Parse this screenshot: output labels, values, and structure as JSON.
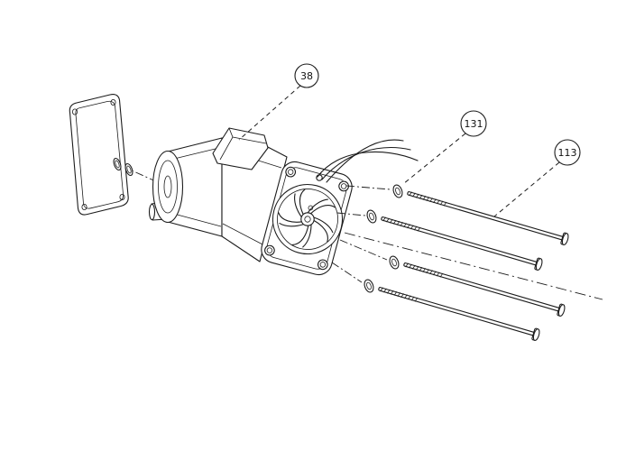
{
  "diagram": {
    "background_color": "#ffffff",
    "line_color": "#1c1c1c",
    "callouts": [
      {
        "label": "38"
      },
      {
        "label": "131"
      },
      {
        "label": "113"
      }
    ]
  }
}
